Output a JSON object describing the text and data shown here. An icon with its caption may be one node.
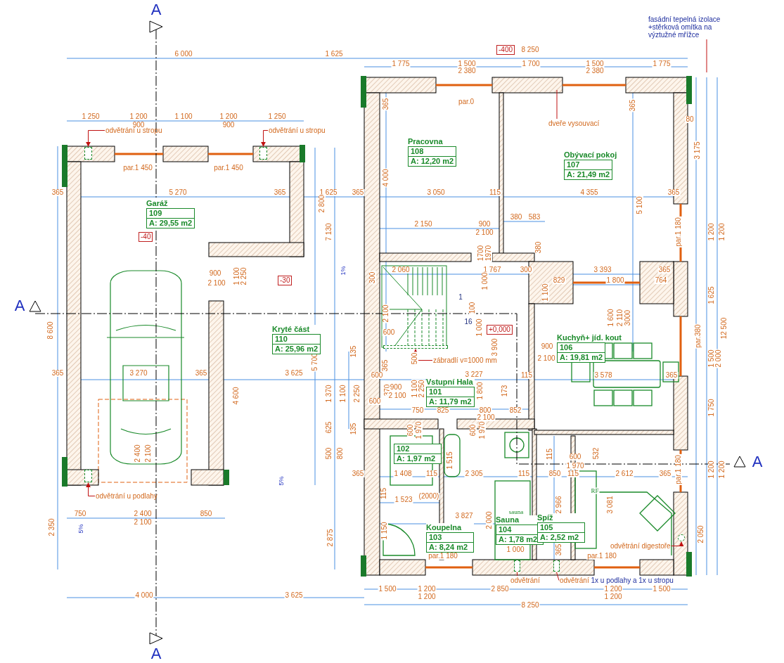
{
  "diagram": {
    "nodes": [
      {
        "text": [
          "Garáž",
          "109",
          "A: 29,55 m2"
        ]
      },
      {
        "text": [
          "Pracovna",
          "108",
          "A: 12,20 m2"
        ]
      },
      {
        "text": [
          "Obývací pokoj",
          "107",
          "A: 21,49 m2"
        ]
      },
      {
        "text": [
          "Kryté část",
          "110",
          "A: 25,96 m2"
        ]
      },
      {
        "text": [
          "Kuchyň+ jíd. kout",
          "106",
          "A: 19,81 m2"
        ]
      },
      {
        "text": [
          "Vstupní Hala",
          "101",
          "A: 11,79 m2"
        ]
      },
      {
        "text": [
          "102",
          "A: 1,97 m2"
        ]
      },
      {
        "text": [
          "Koupelna",
          "103",
          "A: 8,24 m2"
        ]
      },
      {
        "text": [
          "Sauna",
          "104",
          "A: 1,78 m2"
        ]
      },
      {
        "text": [
          "Spíž",
          "105",
          "A: 2,52 m2"
        ]
      },
      {
        "text": [
          "-400"
        ]
      },
      {
        "text": [
          "-40"
        ]
      },
      {
        "text": [
          "-30"
        ]
      },
      {
        "text": [
          "+0,000"
        ]
      },
      {
        "text": [
          "fasádní tepelná izolace +stěrková omítka na výztužné mřížce"
        ]
      },
      {
        "text": [
          "odvětrání u stropu"
        ]
      },
      {
        "text": [
          "odvětrání u stropu"
        ]
      },
      {
        "text": [
          "dveře vysouvací"
        ]
      },
      {
        "text": [
          "zábradlí v=1000 mm"
        ]
      },
      {
        "text": [
          "odvětrání u podlahy"
        ]
      },
      {
        "text": [
          "odvětrání digestoře"
        ]
      },
      {
        "text": [
          "odvětrání"
        ]
      },
      {
        "text": [
          "odvětrání",
          "1x u podlahy a 1x u stropu"
        ]
      },
      {
        "text": [],
        "shape": "box"
      },
      {
        "text": [],
        "shape": "box"
      },
      {
        "text": [],
        "shape": "box"
      },
      {
        "text": [],
        "shape": "circle"
      },
      {
        "text": [],
        "shape": "box"
      },
      {
        "text": [],
        "shape": "box"
      },
      {
        "text": [],
        "shape": "bar"
      }
    ],
    "edges": [
      {
        "from": 14,
        "to": null,
        "arrow": "none"
      },
      {
        "from": 15,
        "to": 23,
        "arrow": "to"
      },
      {
        "from": 16,
        "to": 24,
        "arrow": "to"
      },
      {
        "from": 17,
        "to": null,
        "arrow": "none"
      },
      {
        "from": 18,
        "to": 29,
        "arrow": "to"
      },
      {
        "from": 19,
        "to": 25,
        "arrow": "to"
      },
      {
        "from": 20,
        "to": 26,
        "arrow": "to"
      },
      {
        "from": 21,
        "to": 27,
        "arrow": "none"
      },
      {
        "from": 22,
        "to": 28,
        "arrow": "none"
      }
    ],
    "labels": [
      "A",
      "6 000",
      "1 625",
      "8 250",
      "1 775",
      "1 500",
      "1 700",
      "1 500",
      "1 775",
      "2 380",
      "2 380",
      "par.0",
      "365",
      "365",
      "1 250",
      "1 200",
      "1 100",
      "1 200",
      "1 250",
      "900",
      "900",
      "80",
      "3 175",
      "par.1 450",
      "par.1 450",
      "4 000",
      "365",
      "5 270",
      "365",
      "1 625",
      "365",
      "3 050",
      "115",
      "4 355",
      "365",
      "2 800",
      "7 130",
      "5 100",
      "380",
      "583",
      "2 150",
      "900",
      "2 100",
      "par.1 180",
      "1 200",
      "1 200",
      "380",
      "1700",
      "1970",
      "1%",
      "900",
      "1 100",
      "2 250",
      "2 100",
      "2 060",
      "1 767",
      "300",
      "3 393",
      "365",
      "300",
      "1 100",
      "1 000",
      "829",
      "1 800",
      "764",
      "1 625",
      "1",
      "A",
      "100",
      "2 100",
      "1 600",
      "2 110",
      "3000",
      "8 600",
      "16",
      "1 000",
      "12 500",
      "600",
      "par.380",
      "3 900",
      "900",
      "2 100",
      "1 500",
      "2 000",
      "135",
      "500",
      "5 700",
      "365",
      "3 270",
      "365",
      "3 625",
      "365",
      "600",
      "3 227",
      "115",
      "3 578",
      "365",
      "4 600",
      "1 370",
      "1 100",
      "2 250",
      "600",
      "370",
      "900",
      "2 100",
      "1 100",
      "2 250",
      "1 800",
      "173",
      "750",
      "825",
      "800",
      "852",
      "2 100",
      "1 750",
      "135",
      "600",
      "1 970",
      "600",
      "1 970",
      "625",
      "500",
      "800",
      "2 400",
      "2 100",
      "115",
      "532",
      "600",
      "1 515",
      "A",
      "par.1 180",
      "1 200",
      "1 200",
      "1 970",
      "365",
      "1 408",
      "115",
      "2 305",
      "115",
      "850",
      "115",
      "2 612",
      "365",
      "5%",
      "RF",
      "115",
      "1 523",
      "(2000)",
      "2 966",
      "3 081",
      "sauna",
      "2 350",
      "750",
      "5%",
      "2 400",
      "2 100",
      "850",
      "2 875",
      "1 150",
      "3 827",
      "2 000",
      "2 050",
      "1 000",
      "365",
      "par.1 180",
      "par.1 180",
      "1 500",
      "1 200",
      "2 850",
      "1 200",
      "1 500",
      "4 000",
      "3 625",
      "1 200",
      "1 200",
      "8 250",
      "A"
    ]
  }
}
